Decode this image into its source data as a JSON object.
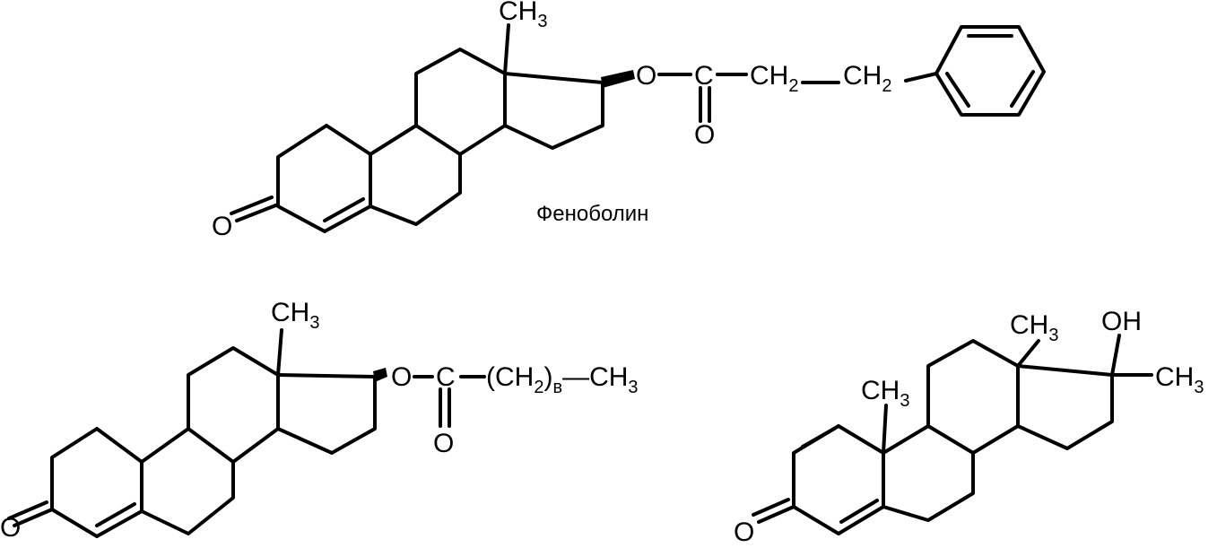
{
  "compounds": [
    {
      "name": "Феноболин",
      "atoms": {
        "me": {
          "main": "CH",
          "sub": "3"
        },
        "o_ether": "O",
        "c_carbonyl": "C",
        "o_carbonyl": "O",
        "o_ketone": "O",
        "ch2_a": {
          "main": "CH",
          "sub": "2"
        },
        "ch2_b": {
          "main": "CH",
          "sub": "2"
        }
      }
    },
    {
      "name": "",
      "atoms": {
        "me": {
          "main": "CH",
          "sub": "3"
        },
        "o_ether": "O",
        "c_carbonyl": "C",
        "o_carbonyl": "O",
        "o_ketone": "O",
        "chain": {
          "open": "(CH",
          "sub": "2",
          "close": ")",
          "subscript_n": "в",
          "dash": "—",
          "end": "CH",
          "end_sub": "3"
        }
      }
    },
    {
      "name": "",
      "atoms": {
        "me13": {
          "main": "CH",
          "sub": "3"
        },
        "me10": {
          "main": "CH",
          "sub": "3"
        },
        "oh": "OH",
        "me17": {
          "main": "CH",
          "sub": "3"
        },
        "o_ketone": "O"
      }
    }
  ]
}
